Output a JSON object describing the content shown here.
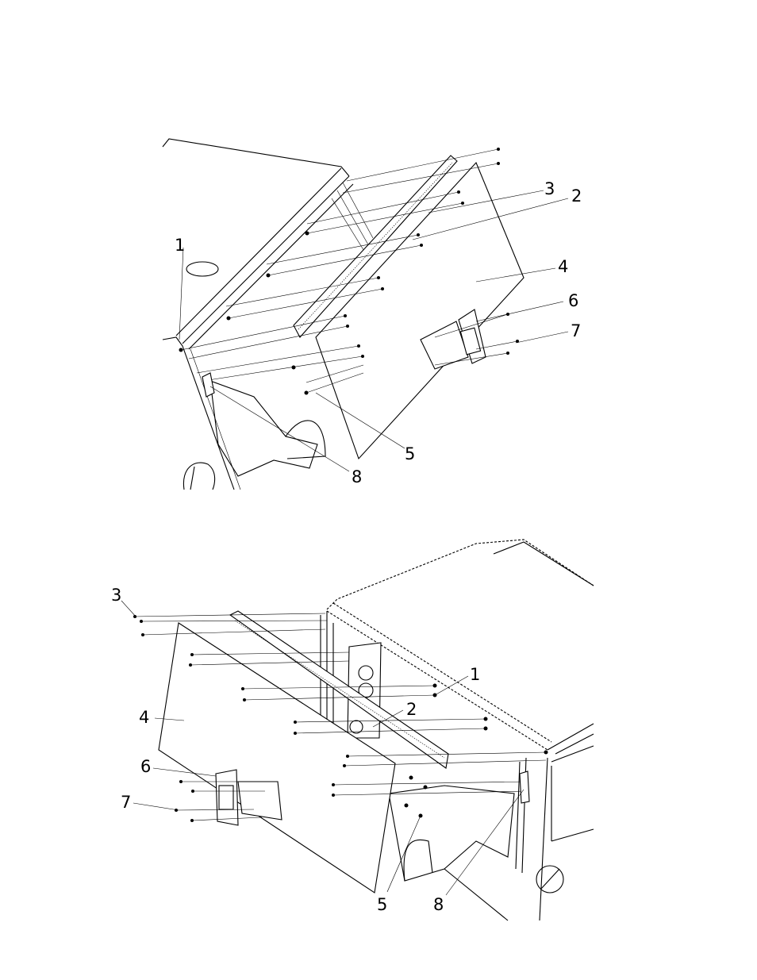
{
  "views": [
    {
      "id": "top",
      "callouts": [
        {
          "label": "1"
        },
        {
          "label": "2"
        },
        {
          "label": "3"
        },
        {
          "label": "4"
        },
        {
          "label": "5"
        },
        {
          "label": "6"
        },
        {
          "label": "7"
        },
        {
          "label": "8"
        }
      ]
    },
    {
      "id": "bottom",
      "callouts": [
        {
          "label": "1"
        },
        {
          "label": "2"
        },
        {
          "label": "3"
        },
        {
          "label": "4"
        },
        {
          "label": "5"
        },
        {
          "label": "6"
        },
        {
          "label": "7"
        },
        {
          "label": "8"
        }
      ]
    }
  ]
}
